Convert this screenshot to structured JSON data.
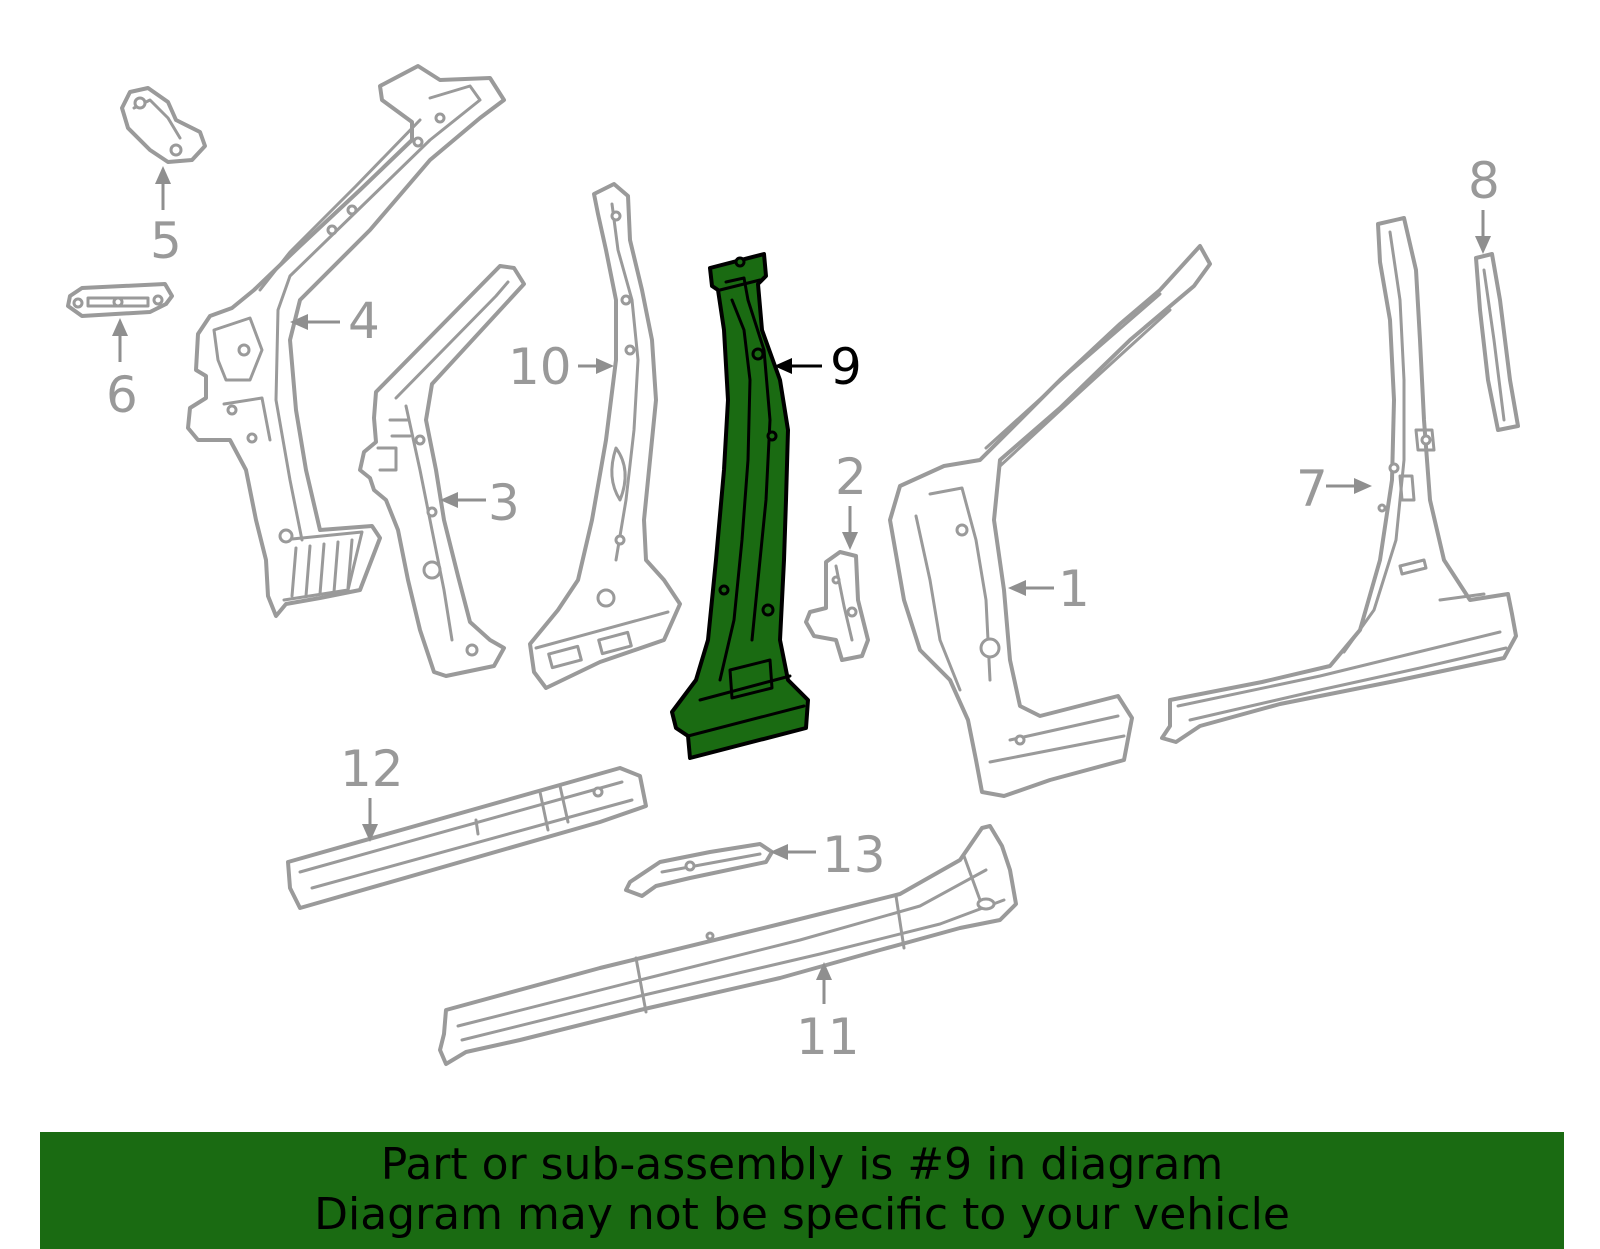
{
  "diagram": {
    "highlighted_part": "9",
    "highlight_color": "#1a6b12",
    "part_color": "#9a9a9a",
    "labels": {
      "p1": "1",
      "p2": "2",
      "p3": "3",
      "p4": "4",
      "p5": "5",
      "p6": "6",
      "p7": "7",
      "p8": "8",
      "p9": "9",
      "p10": "10",
      "p11": "11",
      "p12": "12",
      "p13": "13"
    }
  },
  "banner": {
    "line1": "Part or sub-assembly is #9 in diagram",
    "line2": "Diagram may not be specific to your vehicle",
    "background": "#1a6b12"
  }
}
